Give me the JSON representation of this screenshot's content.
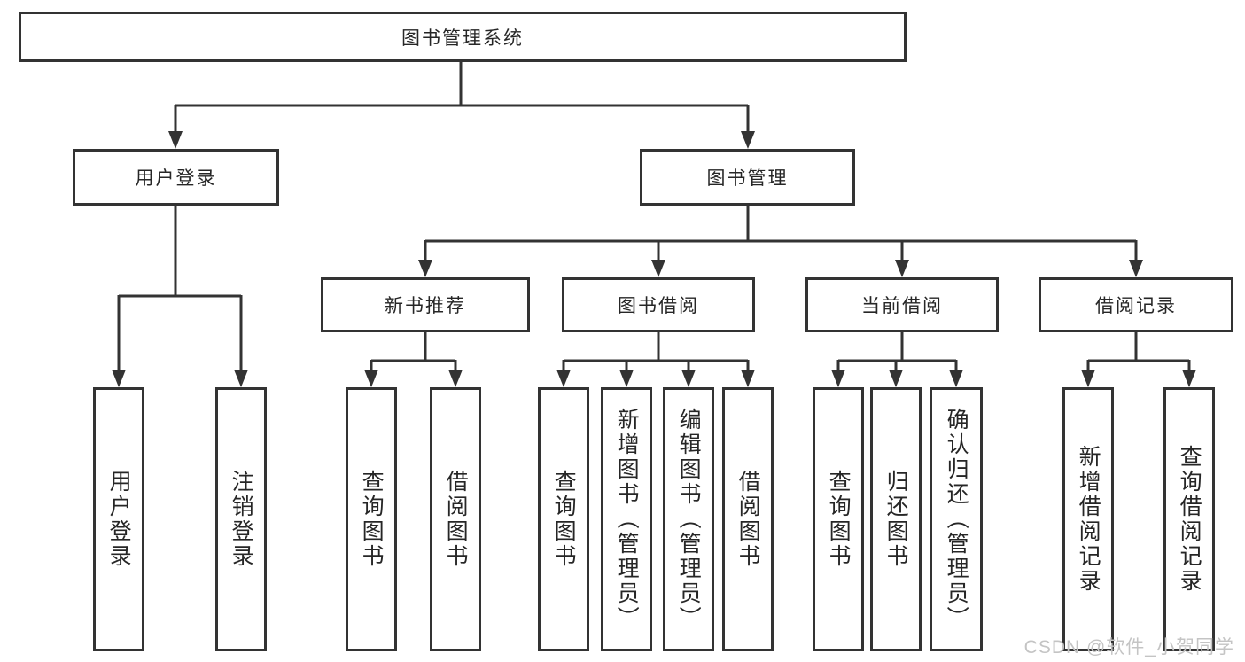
{
  "tree": {
    "root": "图书管理系统",
    "level2": [
      {
        "label": "用户登录",
        "children": [
          "用户登录",
          "注销登录"
        ]
      },
      {
        "label": "图书管理",
        "groups": [
          {
            "label": "新书推荐",
            "children": [
              "查询图书",
              "借阅图书"
            ]
          },
          {
            "label": "图书借阅",
            "children": [
              "查询图书",
              "新增图书（管理员）",
              "编辑图书（管理员）",
              "借阅图书"
            ]
          },
          {
            "label": "当前借阅",
            "children": [
              "查询图书",
              "归还图书",
              "确认归还（管理员）"
            ]
          },
          {
            "label": "借阅记录",
            "children": [
              "新增借阅记录",
              "查询借阅记录"
            ]
          }
        ]
      }
    ]
  },
  "watermark": {
    "text": "CSDN @软件_小贺同学"
  },
  "colors": {
    "line": "#333333",
    "text": "#262626",
    "box_fill": "#ffffff",
    "background": "#ffffff",
    "watermark": "#c4c4c4"
  }
}
